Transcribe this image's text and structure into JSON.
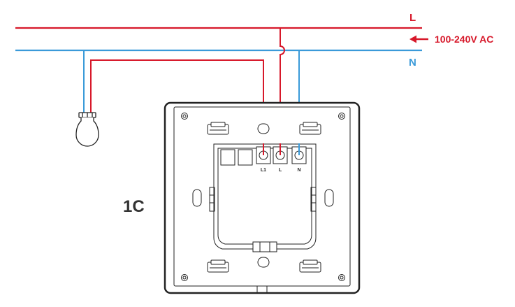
{
  "colors": {
    "live": "#d7182a",
    "neutral": "#3a9ad9",
    "outline": "#222222",
    "label": "#333333"
  },
  "labels": {
    "live_line": "L",
    "neutral_line": "N",
    "supply": "100-240V AC",
    "model": "1C",
    "terminals": [
      "L1",
      "L",
      "N"
    ]
  },
  "icons": {
    "supply_arrow": "arrow-left-icon",
    "lamp": "light-bulb-icon",
    "screw": "screw-icon"
  }
}
